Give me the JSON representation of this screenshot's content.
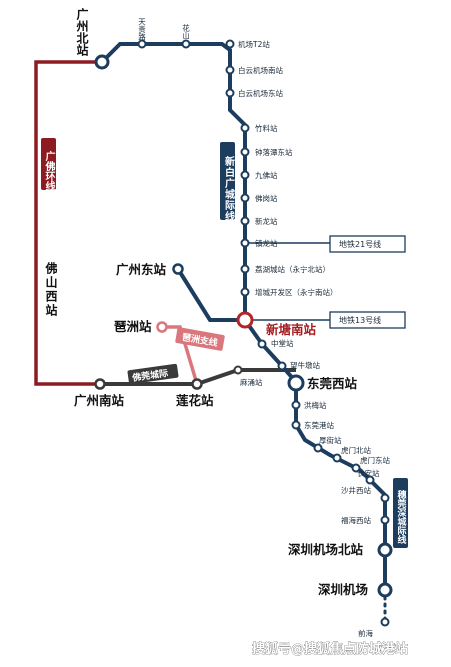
{
  "colors": {
    "main_line": "#1c3d5e",
    "guangfo_ring": "#8c1c22",
    "foguan_line": "#3a3a3a",
    "pazhou_branch": "#d9777c",
    "sui_shen_line": "#1c3d5e",
    "xintang_hub": "#b3242a",
    "label_bg_blue": "#1c3d5e",
    "label_bg_red": "#8c1c22",
    "label_bg_pink": "#d9777c"
  },
  "lines": {
    "guangfo_ring": "广佛环线",
    "foshan_west": "佛山西站",
    "xinbai_guang": "新白广城际线",
    "pazhou_branch": "琶洲支线",
    "fo_guan": "佛莞城际",
    "sui_shen": "穗莞深城际线",
    "metro_21": "地铁21号线",
    "metro_13": "地铁13号线"
  },
  "stations": {
    "guangzhou_north": "广州北站",
    "tiangui_road": "天贵路",
    "huashan": "花山",
    "airport_t2": "机场T2站",
    "baiyun_airport_south": "白云机场南站",
    "baiyun_airport_east": "白云机场东站",
    "zhuliao": "竹料站",
    "zhongluotan_east": "钟落潭东站",
    "jiufo": "九佛站",
    "fogang": "佛岗站",
    "xinlong": "新龙站",
    "zhenlong": "镇龙站",
    "lichaoyang": "荔湖城站（永宁北站）",
    "zengcheng_dev": "增城开发区（永宁南站）",
    "guangzhou_east": "广州东站",
    "xintang_south": "新塘南站",
    "pazhou": "琶洲站",
    "zhongtang": "中堂站",
    "wangniudun": "望牛墩站",
    "guangzhou_south": "广州南站",
    "lianhua": "莲花站",
    "machong": "麻涌站",
    "dongguan_west": "东莞西站",
    "hongmei": "洪梅站",
    "dongguan_port": "东莞港站",
    "houjie": "厚街站",
    "humen_north": "虎门北站",
    "humen_east": "虎门东站",
    "changan": "长安站",
    "shajing_west": "沙井西站",
    "fuhai_west": "福海西站",
    "shenzhen_airport_north": "深圳机场北站",
    "shenzhen_airport": "深圳机场",
    "qianhai": "前海"
  },
  "watermark": "搜狐号@搜狐焦点防城港站"
}
